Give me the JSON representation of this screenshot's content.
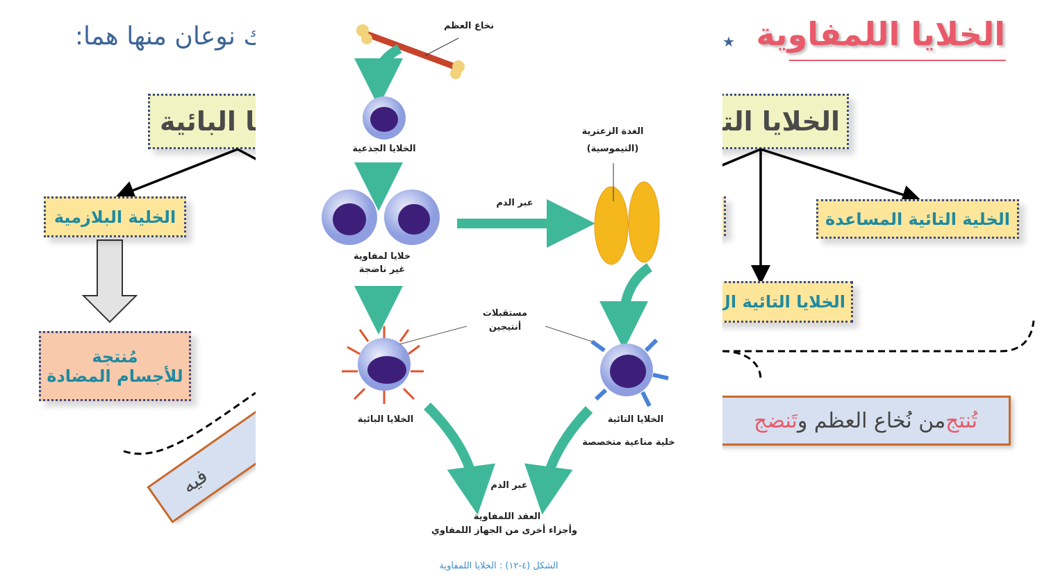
{
  "left": {
    "subtitle": "ك نوعان منها هما:",
    "b_cells": "الخلايا البائية",
    "plasma_cell": "الخلية البلازمية",
    "antibody_line1": "مُنتجة",
    "antibody_line2": "للأجسام المضادة",
    "rotated_note": "فيه"
  },
  "right": {
    "title": "الخلايا اللمفاوية",
    "bullet": "★",
    "t_cells": "الخلايا التا",
    "helper_t": "الخلية التائية المساعدة",
    "t_cells_sub": "الخلايا التائية ال",
    "origin_parts": [
      "تُنتج",
      " من نُخاع العظم و",
      "تَنضج"
    ]
  },
  "diagram": {
    "bone_marrow": "نخاع العظم",
    "stem_cells": "الخلايا الجذعية",
    "thymus_1": "الغدة الزعترية",
    "thymus_2": "(التيموسية)",
    "via_blood_1": "عبر الدم",
    "immature_1": "خلايا لمفاوية",
    "immature_2": "غير ناضجة",
    "receptors_1": "مستقبلات",
    "receptors_2": "أنتيجين",
    "b_cells": "الخلايا البائية",
    "t_cells": "الخلايا التائية",
    "t_desc": "خلية مناعية متخصصة",
    "via_blood_2": "عبر الدم",
    "nodes_1": "العقد اللمفاوية",
    "nodes_2": "وأجزاء أخرى من الجهاز اللمفاوي",
    "caption": "الشكل (٤-١٢) : الخلايا اللمفاوية"
  },
  "colors": {
    "title": "#e85a6a",
    "teal": "#1f8aa0",
    "arrow": "#3fb89a",
    "caption": "#3a8ccc"
  }
}
